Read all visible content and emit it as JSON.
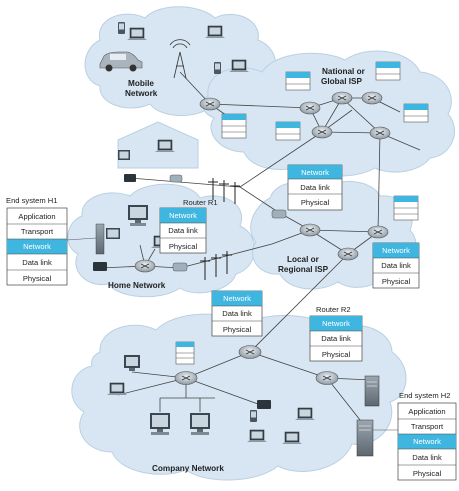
{
  "labels": {
    "mobile_network": [
      "Mobile",
      "Network"
    ],
    "national_isp": [
      "National or",
      "Global ISP"
    ],
    "local_isp": [
      "Local or",
      "Regional ISP"
    ],
    "home_network": "Home Network",
    "company_network": "Company Network",
    "router_r1": "Router R1",
    "router_r2": "Router R2",
    "end_system_h1": "End system H1",
    "end_system_h2": "End system H2"
  },
  "stacks": {
    "h1": [
      "Application",
      "Transport",
      "Network",
      "Data link",
      "Physical"
    ],
    "h2": [
      "Application",
      "Transport",
      "Network",
      "Data link",
      "Physical"
    ],
    "r1": [
      "Network",
      "Data link",
      "Physical"
    ],
    "r2": [
      "Network",
      "Data link",
      "Physical"
    ],
    "isp_switch": [
      "Network",
      "Data link",
      "Physical"
    ],
    "local_isp_router": [
      "Network",
      "Data link",
      "Physical"
    ],
    "company_router": [
      "Network",
      "Data link",
      "Physical"
    ]
  },
  "highlight_layer": "Network",
  "colors": {
    "cloud": "#d7e6f2",
    "cloud_edge": "#b9d0e3",
    "highlight": "#3fb6e0",
    "router": "#8c9aa6",
    "link": "#444444"
  }
}
